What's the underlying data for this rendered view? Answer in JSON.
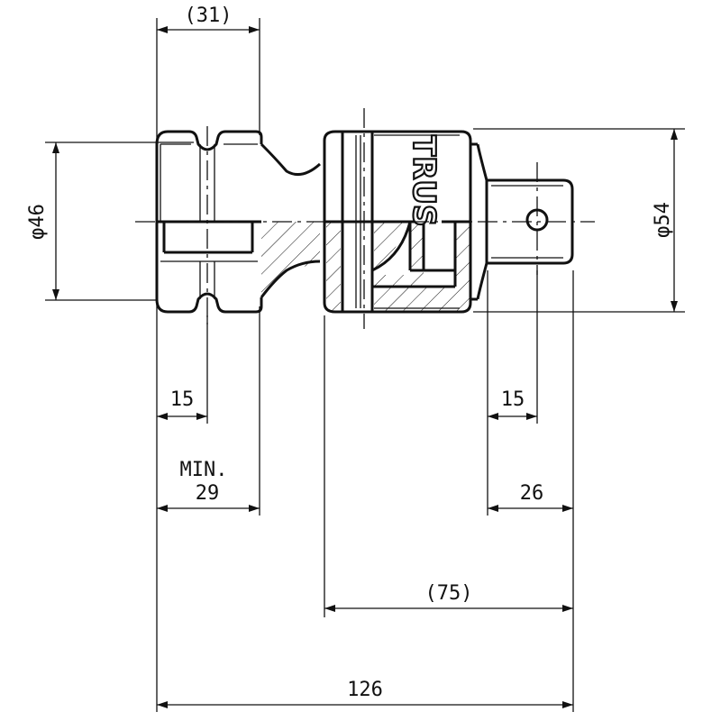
{
  "dimensions": {
    "top_width": "(31)",
    "left_diameter": "φ46",
    "right_diameter": "φ54",
    "left_depth": "15",
    "right_depth": "15",
    "min_label": "MIN.",
    "min_value": "29",
    "square_length": "26",
    "joint_length": "(75)",
    "overall_length": "126"
  },
  "brand": "TRUS"
}
